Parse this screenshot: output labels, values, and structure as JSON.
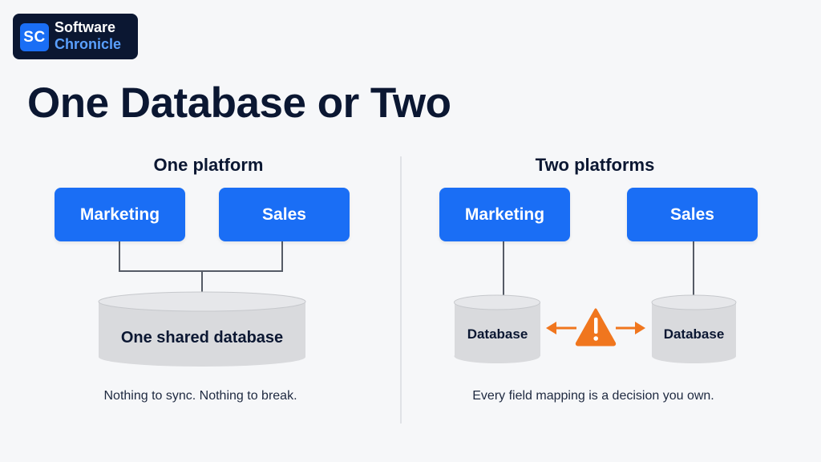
{
  "brand": {
    "mark": "SC",
    "name_line1": "Software",
    "name_line2": "Chronicle"
  },
  "title": "One Database or Two",
  "left_panel": {
    "heading": "One platform",
    "box_left": "Marketing",
    "box_right": "Sales",
    "database_label": "One shared database",
    "caption": "Nothing to sync. Nothing to break."
  },
  "right_panel": {
    "heading": "Two platforms",
    "box_left": "Marketing",
    "box_right": "Sales",
    "database_left": "Database",
    "database_right": "Database",
    "warning_icon": "warning-triangle-icon",
    "caption": "Every field mapping is a decision you own."
  },
  "colors": {
    "background": "#f6f7f9",
    "accent_blue": "#1a6ef5",
    "brand_dark": "#0b1732",
    "database_gray": "#d9dadd",
    "warning_orange": "#f0761e"
  }
}
